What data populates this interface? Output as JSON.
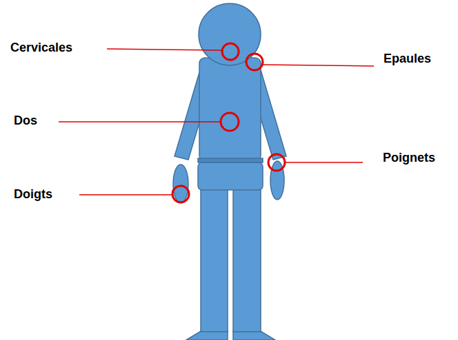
{
  "diagram": {
    "labels": [
      "Cervicales",
      "Epaules",
      "Dos",
      "Poignets",
      "Doigts"
    ]
  }
}
